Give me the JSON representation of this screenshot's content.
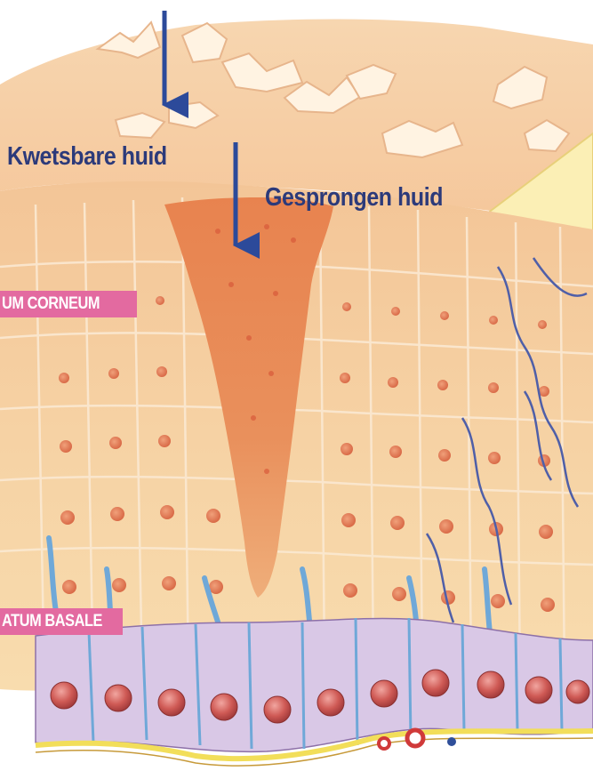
{
  "labels": {
    "vulnerable_skin": "Kwetsbare huid",
    "cracked_skin": "Gesprongen huid"
  },
  "layers": {
    "top": "UM CORNEUM",
    "bottom": "ATUM BASALE"
  },
  "colors": {
    "label_text": "#2c3a7a",
    "layer_tag_bg": "#e36aa0",
    "arrow": "#2c4a9a",
    "crack": "#e07a4a",
    "basal_cells": "#d9c8e6",
    "vessel": "#6fa8d8",
    "membrane": "#f2de5a"
  }
}
